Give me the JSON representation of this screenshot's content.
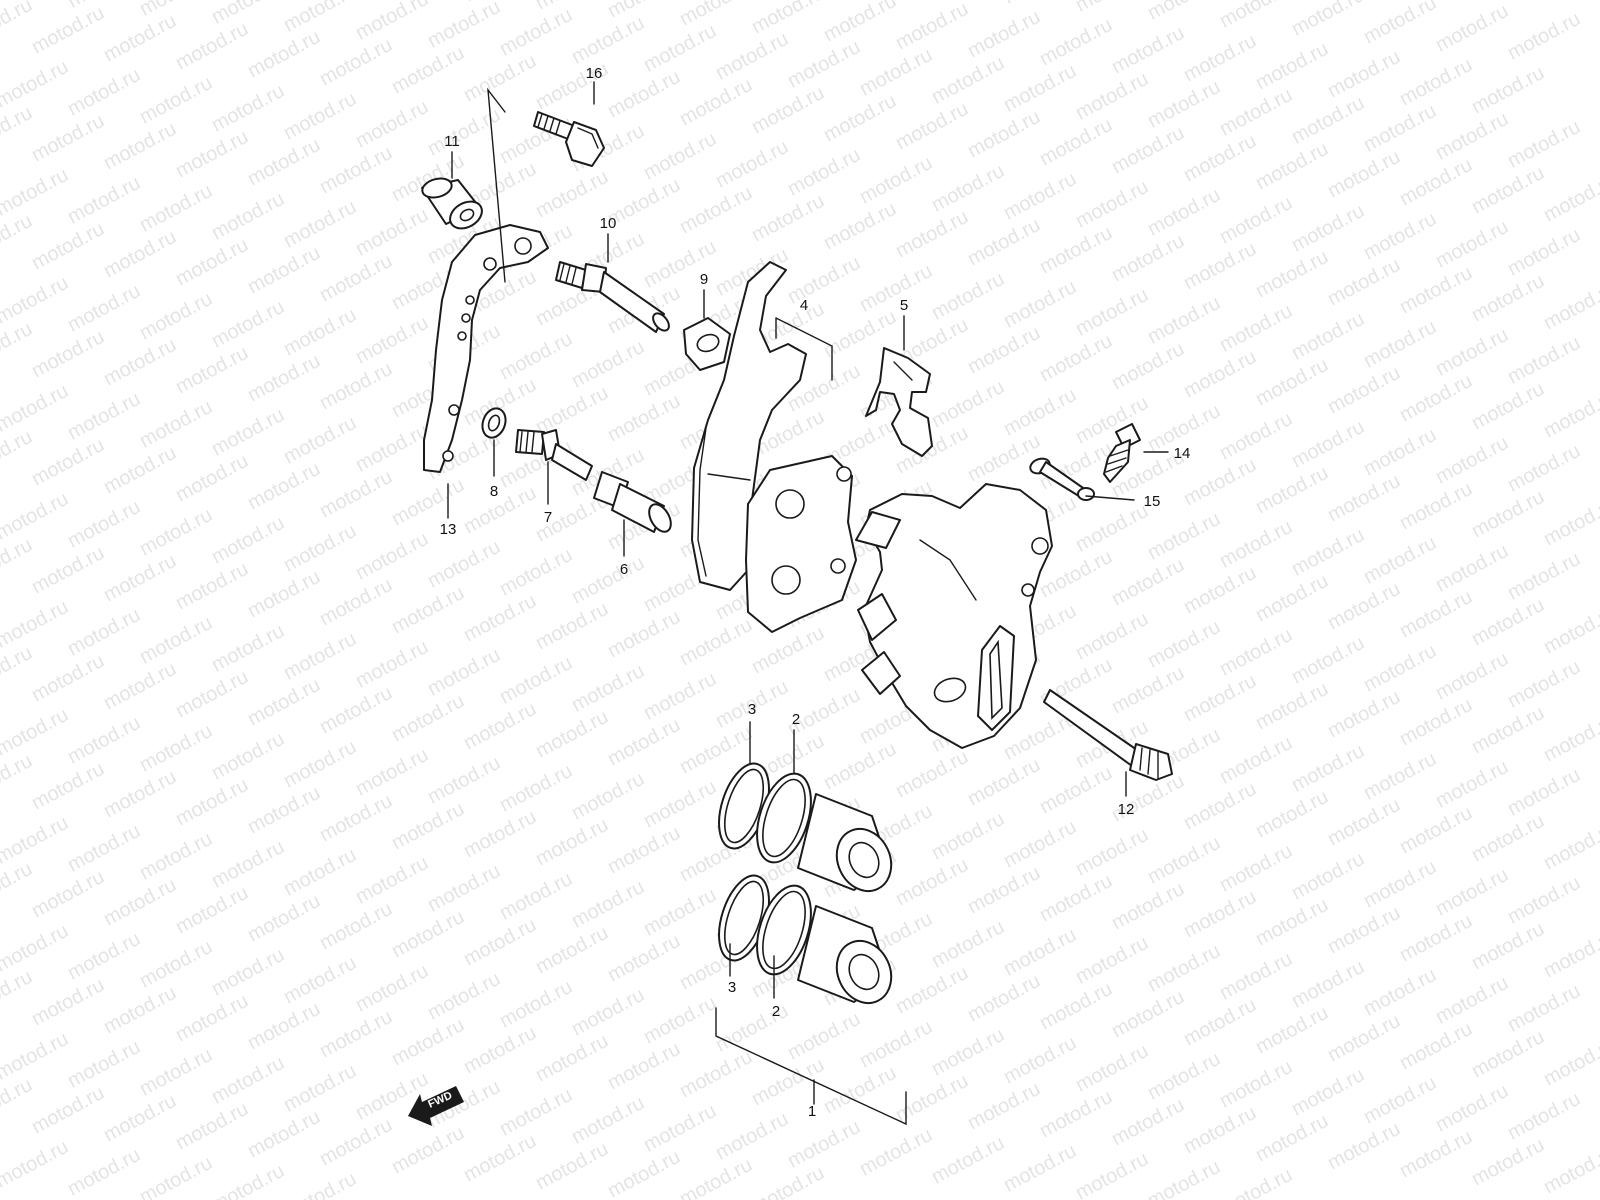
{
  "diagram": {
    "watermark": "motod.ru",
    "fwd_label": "FWD",
    "callouts": [
      "1",
      "2",
      "2",
      "3",
      "3",
      "4",
      "5",
      "6",
      "7",
      "8",
      "9",
      "10",
      "11",
      "12",
      "13",
      "14",
      "15",
      "16"
    ]
  },
  "colors": {
    "line": "#1a1a1a",
    "watermark": "#cfcfcf",
    "background": "#ffffff"
  }
}
